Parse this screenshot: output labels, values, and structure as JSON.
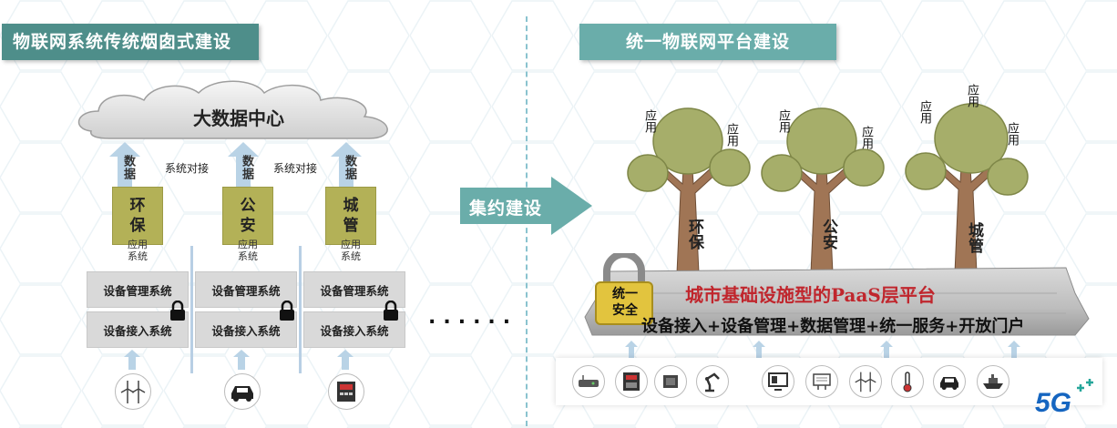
{
  "left": {
    "header": "物联网系统传统烟囱式建设",
    "cloud_label": "大数据中心",
    "data_arrow_label": "数据",
    "dock_label": "系统对接",
    "apps": [
      {
        "name_line1": "环",
        "name_line2": "保",
        "sub_line1": "应用",
        "sub_line2": "系统"
      },
      {
        "name_line1": "公",
        "name_line2": "安",
        "sub_line1": "应用",
        "sub_line2": "系统"
      },
      {
        "name_line1": "城",
        "name_line2": "管",
        "sub_line1": "应用",
        "sub_line2": "系统"
      }
    ],
    "device_mgmt": "设备管理系统",
    "device_access": "设备接入系统",
    "ellipsis": "......",
    "device_icons": [
      "wind-turbine-icon",
      "car-icon",
      "meter-icon"
    ]
  },
  "transition": {
    "label": "集约建设"
  },
  "right": {
    "header": "统一物联网平台建设",
    "trees": [
      {
        "trunk_line1": "环",
        "trunk_line2": "保"
      },
      {
        "trunk_line1": "公",
        "trunk_line2": "安"
      },
      {
        "trunk_line1": "城",
        "trunk_line2": "管"
      }
    ],
    "app_label": "应用",
    "security_line1": "统一",
    "security_line2": "安全",
    "platform_title": "城市基础设施型的PaaS层平台",
    "platform_sub": "设备接入+设备管理+数据管理+统一服务+开放门户",
    "device_icons": [
      "router-icon",
      "meter-icon",
      "chip-icon",
      "robot-arm-icon",
      "monitor-icon",
      "display-icon",
      "wind-turbine-icon",
      "thermometer-icon",
      "car-icon",
      "ship-icon"
    ],
    "logo": "5G++"
  },
  "colors": {
    "header_dark": "#4e8e8a",
    "header_light": "#6aadaa",
    "app_box": "#b3b157",
    "tree_green": "#a6ae6a",
    "trunk": "#a07555",
    "platform_red": "#c0262d"
  }
}
